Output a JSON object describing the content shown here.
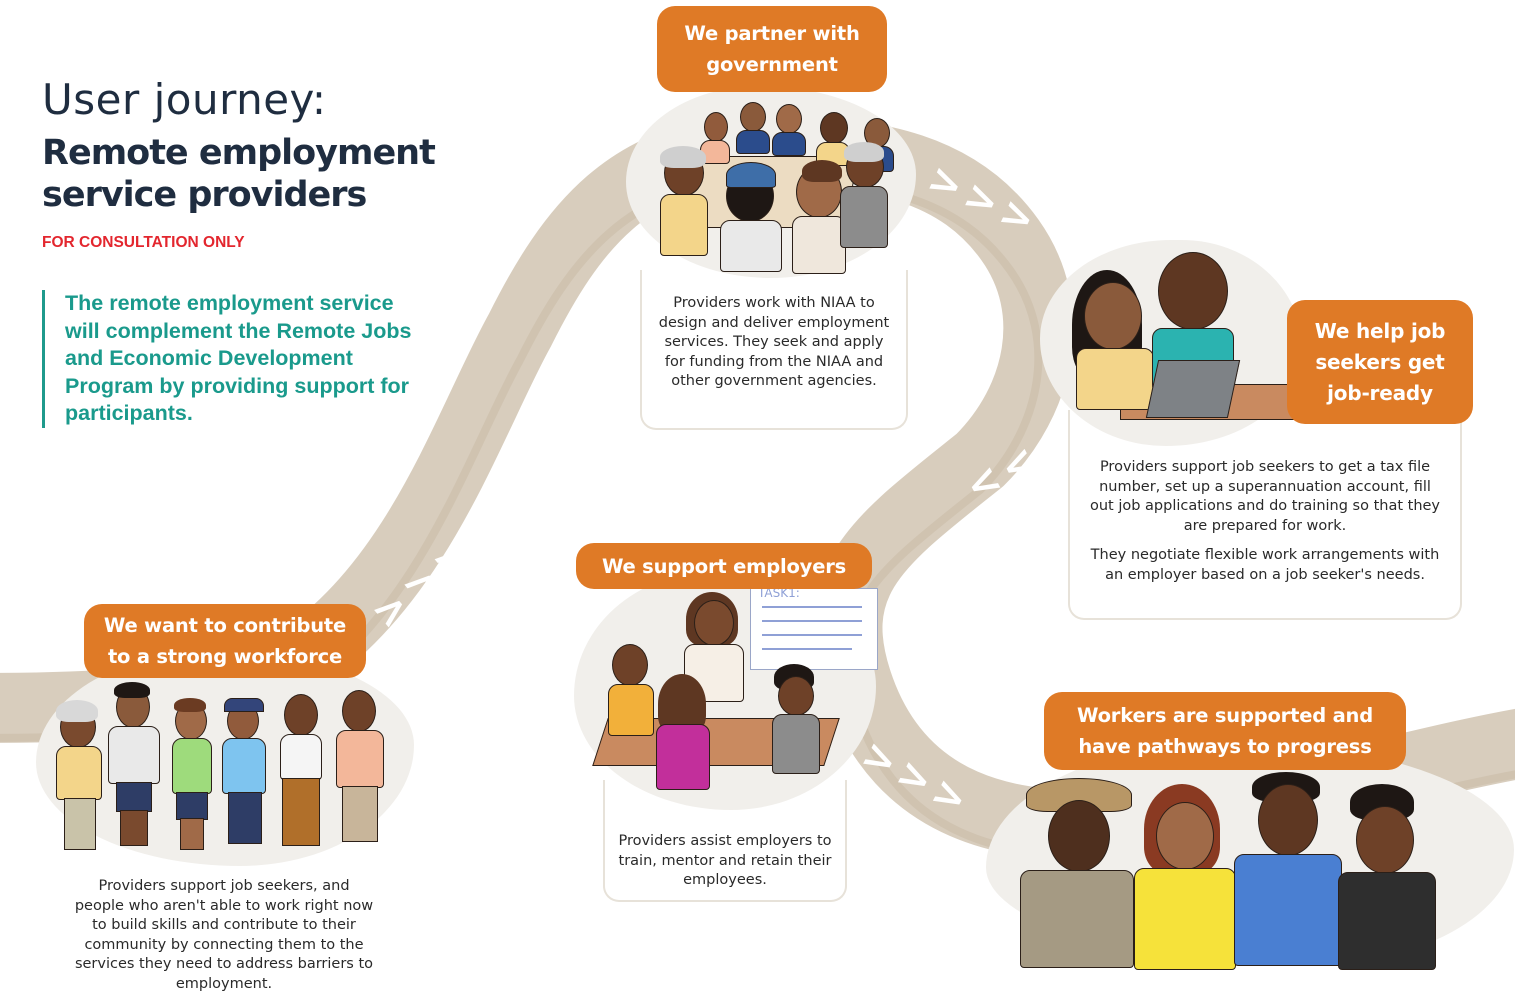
{
  "header": {
    "title": "User journey:",
    "subtitle": "Remote employment service providers",
    "note": "FOR CONSULTATION ONLY",
    "intro": "The remote employment service will complement the Remote Jobs and Economic Development Program by providing support for participants."
  },
  "steps": [
    {
      "id": "contribute",
      "title": "We want to contribute to a strong workforce",
      "text": "Providers support job seekers, and people who aren't able to work right now to build skills and contribute to their community by connecting them to the services they need to address barriers to employment."
    },
    {
      "id": "partner",
      "title": "We partner with government",
      "text": "Providers work with NIAA to design and deliver employment services. They seek and apply for funding from the NIAA and other government agencies."
    },
    {
      "id": "job-ready",
      "title": "We help job seekers get job-ready",
      "text": "Providers support job seekers to get a tax file number, set up a superannuation account, fill out job applications and do training so that they are prepared for work.",
      "text2": "They negotiate flexible work arrangements with an employer based on a job seeker's needs."
    },
    {
      "id": "employers",
      "title": "We support employers",
      "text": "Providers assist employers to train, mentor and retain their employees."
    },
    {
      "id": "workers",
      "title": "Workers are supported and have pathways to progress",
      "text": ""
    }
  ],
  "illustration": {
    "whiteboard_title": "TASK1:"
  },
  "colors": {
    "accent_orange": "#df7a26",
    "road": "#d8cdbd",
    "title_navy": "#1f2d40",
    "intro_teal": "#1a9a8c",
    "note_red": "#e3262e"
  }
}
